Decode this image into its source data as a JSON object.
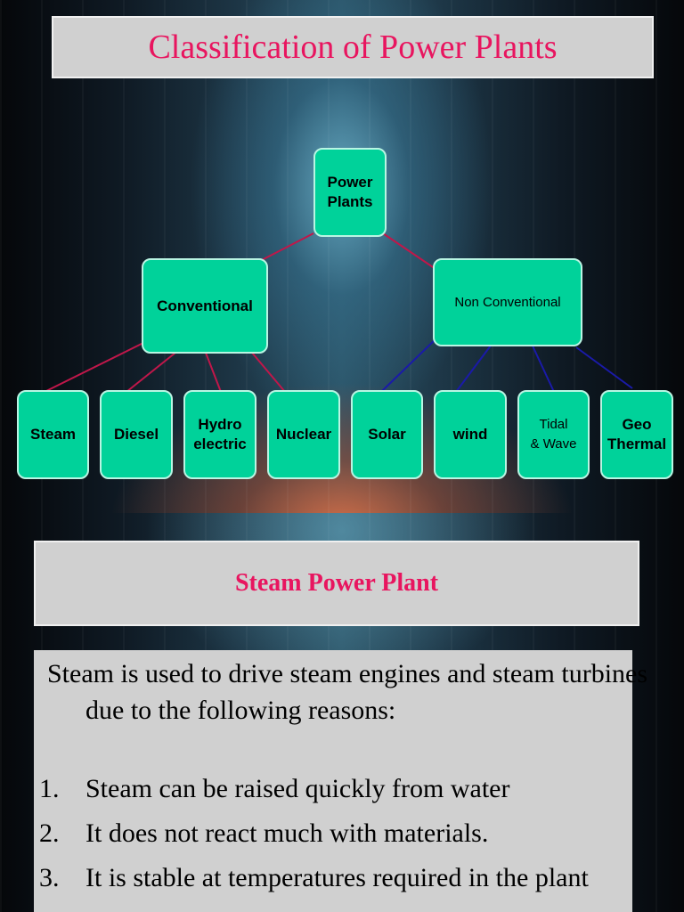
{
  "slide1": {
    "title": "Classification of Power Plants",
    "diagram": {
      "root": "Power\nPlants",
      "branches": [
        "Conventional",
        "Non Conventional"
      ],
      "conventional_leaves": [
        "Steam",
        "Diesel",
        "Hydro\nelectric",
        "Nuclear"
      ],
      "non_conventional_leaves": [
        "Solar",
        "wind",
        "Tidal\n& Wave",
        "Geo\nThermal"
      ],
      "colors": {
        "node_fill": "#00d29a",
        "conventional_connector": "#c0174a",
        "non_conventional_connector": "#1a1aa8"
      }
    }
  },
  "slide2": {
    "title": "Steam Power Plant",
    "intro": "Steam is used to drive steam engines and steam turbines due to the following reasons:",
    "reasons": [
      {
        "num": "1.",
        "text": "Steam can be raised quickly from water"
      },
      {
        "num": "2.",
        "text": "It does not react much with materials."
      },
      {
        "num": "3.",
        "text": "It is stable at temperatures required in the plant"
      }
    ]
  }
}
